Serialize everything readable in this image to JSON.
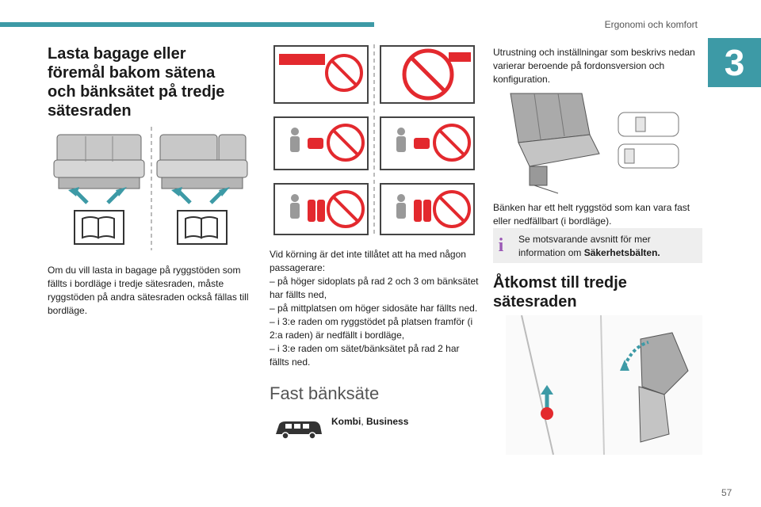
{
  "header": {
    "section_title": "Ergonomi och komfort",
    "chapter_number": "3",
    "accent_color": "#3d9aa6"
  },
  "left_column": {
    "heading": "Lasta bagage eller föremål bakom sätena och bänksätet på tredje sätesraden",
    "paragraph": "Om du vill lasta in bagage på ryggstöden som fällts i bordläge i tredje sätesraden, måste ryggstöden på andra sätesraden också fällas till bordläge."
  },
  "middle_column": {
    "rules_paragraph": "Vid körning är det inte tillåtet att ha med någon passagerare:\n– på höger sidoplats på rad 2 och 3 om bänksätet har fällts ned,\n– på mittplatsen om höger sidosäte har fällts ned.\n– i 3:e raden om ryggstödet på platsen framför (i 2:a raden) är nedfällt i bordläge,\n– i 3:e raden om sätet/bänksätet på rad 2 har fällts ned.",
    "subheading": "Fast bänksäte",
    "variant_label_bold": "Kombi",
    "variant_sep": ", ",
    "variant_label_bold2": "Business",
    "prohibition_color": "#e3292e"
  },
  "right_column": {
    "equipment_paragraph": "Utrustning och inställningar som beskrivs nedan varierar beroende på fordonsversion och konfiguration.",
    "bench_paragraph": "Bänken har ett helt ryggstöd som kan vara fast eller nedfällbart (i bordläge).",
    "info_text": "Se motsvarande avsnitt för mer information om ",
    "info_bold": "Säkerhetsbälten.",
    "info_icon": "info-icon",
    "info_color": "#9b59b6",
    "heading2": "Åtkomst till tredje sätesraden"
  },
  "footer": {
    "page_number": "57"
  }
}
